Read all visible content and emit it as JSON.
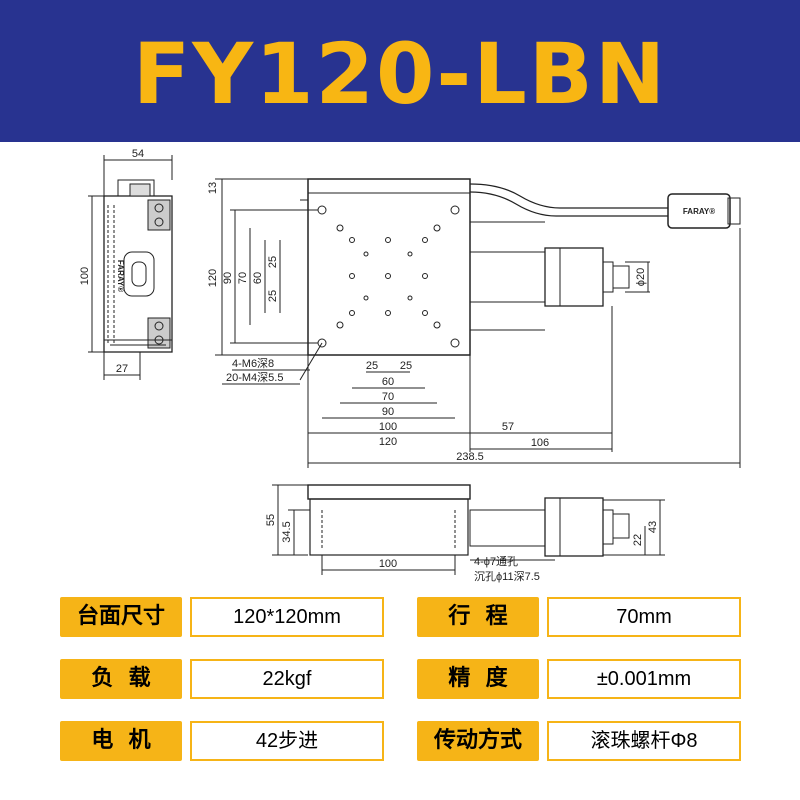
{
  "header": {
    "title": "FY120-LBN"
  },
  "drawing": {
    "brand": "FARAY",
    "brand_tm": "FARAY®",
    "dims": {
      "side_width": "54",
      "side_height": "100",
      "side_bottom": "27",
      "top_13": "13",
      "h120": "120",
      "h90": "90",
      "h70": "70",
      "h60": "60",
      "h25a": "25",
      "h25b": "25",
      "b25a": "25",
      "b25b": "25",
      "b60": "60",
      "b70": "70",
      "b90": "90",
      "b100": "100",
      "b120": "120",
      "b57": "57",
      "b106": "106",
      "b238": "238.5",
      "phi20": "ϕ20",
      "front_55": "55",
      "front_345": "34.5",
      "front_100": "100",
      "front_22": "22",
      "front_43": "43"
    },
    "notes": {
      "m6": "4-M6深8",
      "m4": "20-M4深5.5",
      "thru": "4-ϕ7通孔",
      "counter": "沉孔ϕ11深7.5"
    }
  },
  "specs": [
    {
      "label": "台面尺寸",
      "value": "120*120mm"
    },
    {
      "label": "行  程",
      "value": "70mm"
    },
    {
      "label": "负  载",
      "value": "22kgf"
    },
    {
      "label": "精  度",
      "value": "±0.001mm"
    },
    {
      "label": "电  机",
      "value": "42步进"
    },
    {
      "label": "传动方式",
      "value": "滚珠螺杆Φ8"
    }
  ],
  "colors": {
    "header_bg": "#283390",
    "title": "#f8b613",
    "label_bg": "#f6b417"
  }
}
